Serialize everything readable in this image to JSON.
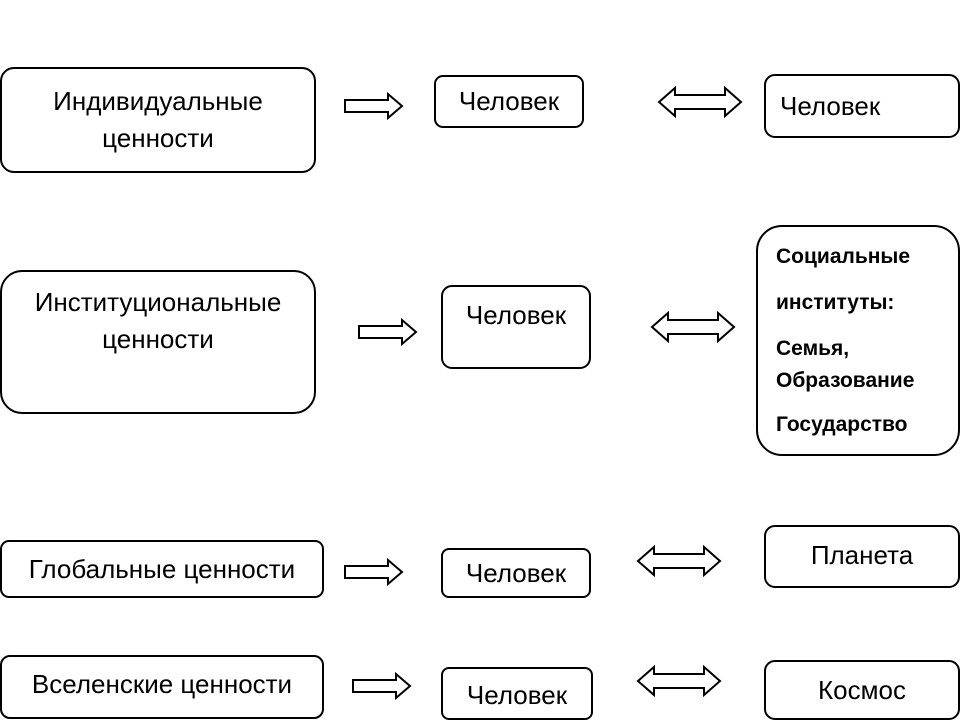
{
  "rows": [
    {
      "category": "Индивидуальные ценности",
      "person": "Человек",
      "target": "Человек"
    },
    {
      "category": "Институциональные ценности",
      "person": "Человек",
      "target_lines": [
        "Социальные",
        "институты:",
        "Семья,",
        "Образование",
        "Государство"
      ]
    },
    {
      "category": "Глобальные ценности",
      "person": "Человек",
      "target": "Планета"
    },
    {
      "category": "Вселенские ценности",
      "person": "Человек",
      "target": "Космос"
    }
  ]
}
